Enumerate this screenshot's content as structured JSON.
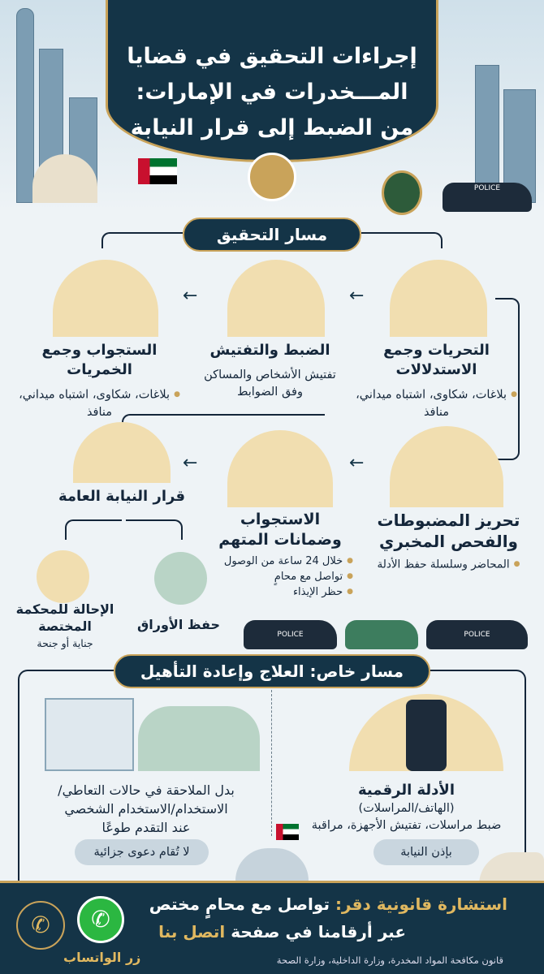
{
  "header": {
    "title_lines": [
      "إجراءات التحقيق في قضايا",
      "المـــخدرات في الإمارات:",
      "من الضبط إلى قرار النيابة"
    ]
  },
  "section1": {
    "title": "مسار التحقيق"
  },
  "steps": [
    {
      "title": "التحريات وجمع الاستدلالات",
      "bullets": [
        "بلاغات، شكاوى، اشتباه ميداني، منافذ"
      ]
    },
    {
      "title": "الضبط والتفتيش",
      "text": "تفتيش الأشخاص والمساكن وفق الضوابط"
    },
    {
      "title": "الستجواب وجمع الخمريات",
      "bullets": [
        "بلاغات، شكاوى، اشتباه ميداني، منافذ"
      ]
    },
    {
      "title": "تحريز المضبوطات والفحص المخبري",
      "bullets": [
        "المحاضر وسلسلة حفظ الأدلة"
      ]
    },
    {
      "title": "الاستجواب وضمانات المتهم",
      "bullets": [
        "خلال 24 ساعة من الوصول",
        "تواصل مع محامٍ",
        "حظر الإيذاء"
      ]
    },
    {
      "title": "قرار النيابة العامة"
    }
  ],
  "outcomes": [
    {
      "title": "الإحالة للمحكمة المختصة",
      "text": "جناية أو جنحة"
    },
    {
      "title": "حفظ الأوراق"
    }
  ],
  "police_label": "POLICE",
  "section2": {
    "title": "مسار خاص: العلاج وإعادة التأهيل"
  },
  "digital": {
    "title": "الأدلة الرقمية",
    "subtitle": "(الهاتف/المراسلات)",
    "text": "ضبط مراسلات، تفتيش الأجهزة، مراقبة",
    "tag": "بإذن النيابة"
  },
  "treatment": {
    "text": [
      "بدل الملاحقة في حالات التعاطي/",
      "الاستخدام/الاستخدام الشخصي",
      "عند التقدم طوعًا"
    ],
    "tag": "لا تُقام دعوى جزائية"
  },
  "footer": {
    "highlight": "استشارة قانونية دقر:",
    "line1": "تواصل مع محامٍ مختص",
    "line2a": "عبر أرقامنا في صفحة",
    "line2b": "اتصل بنا",
    "whatsapp_label": "زر الواتساب",
    "sources": "قانون مكافحة المواد المخدرة، وزارة الداخلية، وزارة الصحة"
  },
  "colors": {
    "navy": "#143447",
    "gold": "#c9a35a",
    "bg": "#eef3f6"
  }
}
